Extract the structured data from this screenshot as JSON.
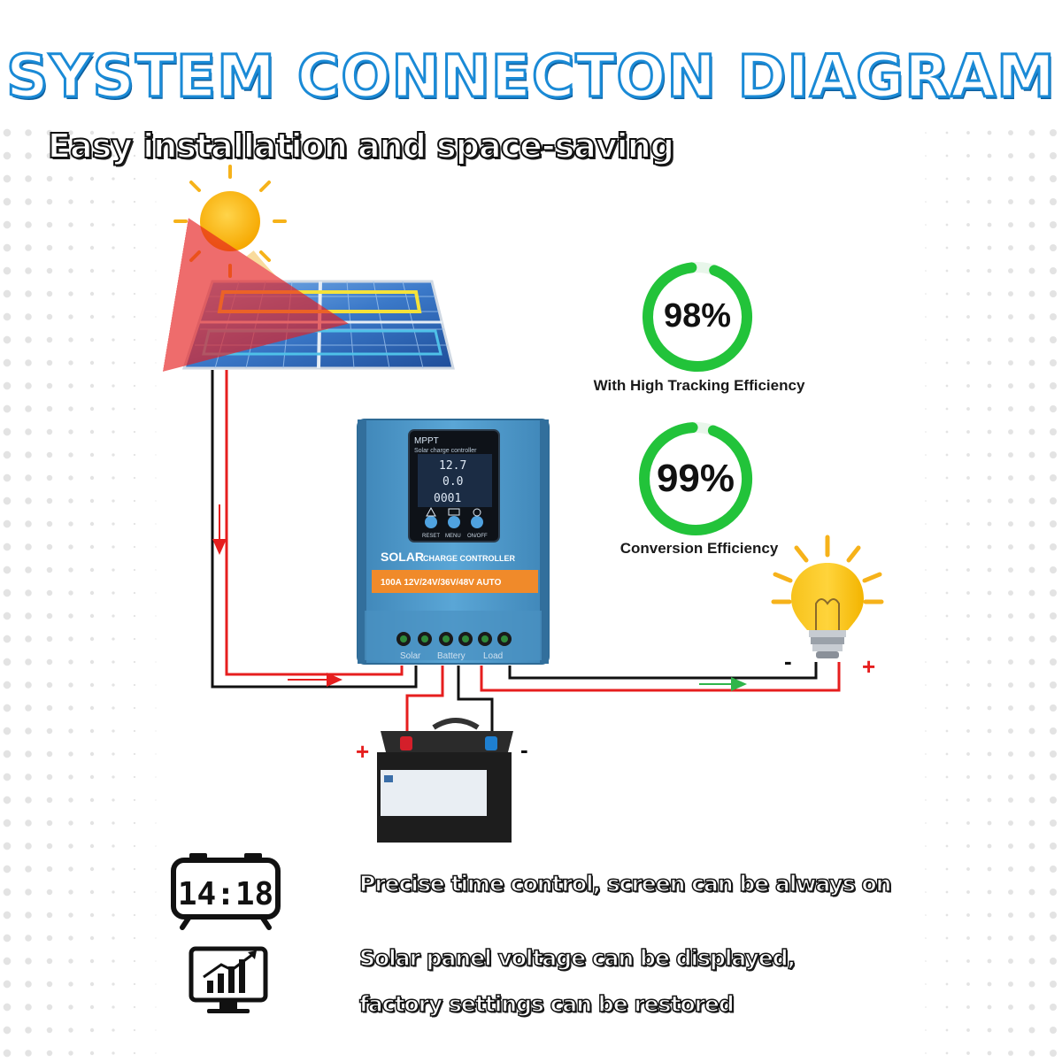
{
  "title": "SYSTEM CONNECTON DIAGRAM",
  "subtitle": "Easy installation and space-saving",
  "efficiency": [
    {
      "value": "98%",
      "label": "With High Tracking Efficiency",
      "percent": 98
    },
    {
      "value": "99%",
      "label": "Conversion Efficiency",
      "percent": 99
    }
  ],
  "controller": {
    "screen_title": "MPPT",
    "screen_subtitle": "Solar charge controller",
    "readout_voltage": "12.7",
    "readout_current": "0.0",
    "readout_power": "0001",
    "buttons": [
      "RESET",
      "MENU",
      "ON/OFF"
    ],
    "brand_word": "SOLAR",
    "brand_rest": "CHARGE CONTROLLER",
    "rating": "100A 12V/24V/36V/48V  AUTO",
    "terminals": [
      "Solar",
      "Battery",
      "Load"
    ]
  },
  "signs": {
    "plus": "+",
    "minus": "-"
  },
  "clock_display": "14:18",
  "features": [
    "Precise time control, screen can be always on",
    "Solar panel voltage can be displayed,",
    "factory settings can be restored"
  ],
  "colors": {
    "title_blue": "#1a8ad6",
    "ring_green": "#22c33a",
    "wire_red": "#e61e1e",
    "wire_black": "#111111",
    "controller_blue": "#4f9ac8",
    "rating_orange": "#f08a2a",
    "arrow_green": "#2fb54a"
  },
  "icons": [
    "sun-icon",
    "solar-panel-icon",
    "light-bulb-icon",
    "battery-icon",
    "alarm-clock-icon",
    "monitor-chart-icon"
  ]
}
